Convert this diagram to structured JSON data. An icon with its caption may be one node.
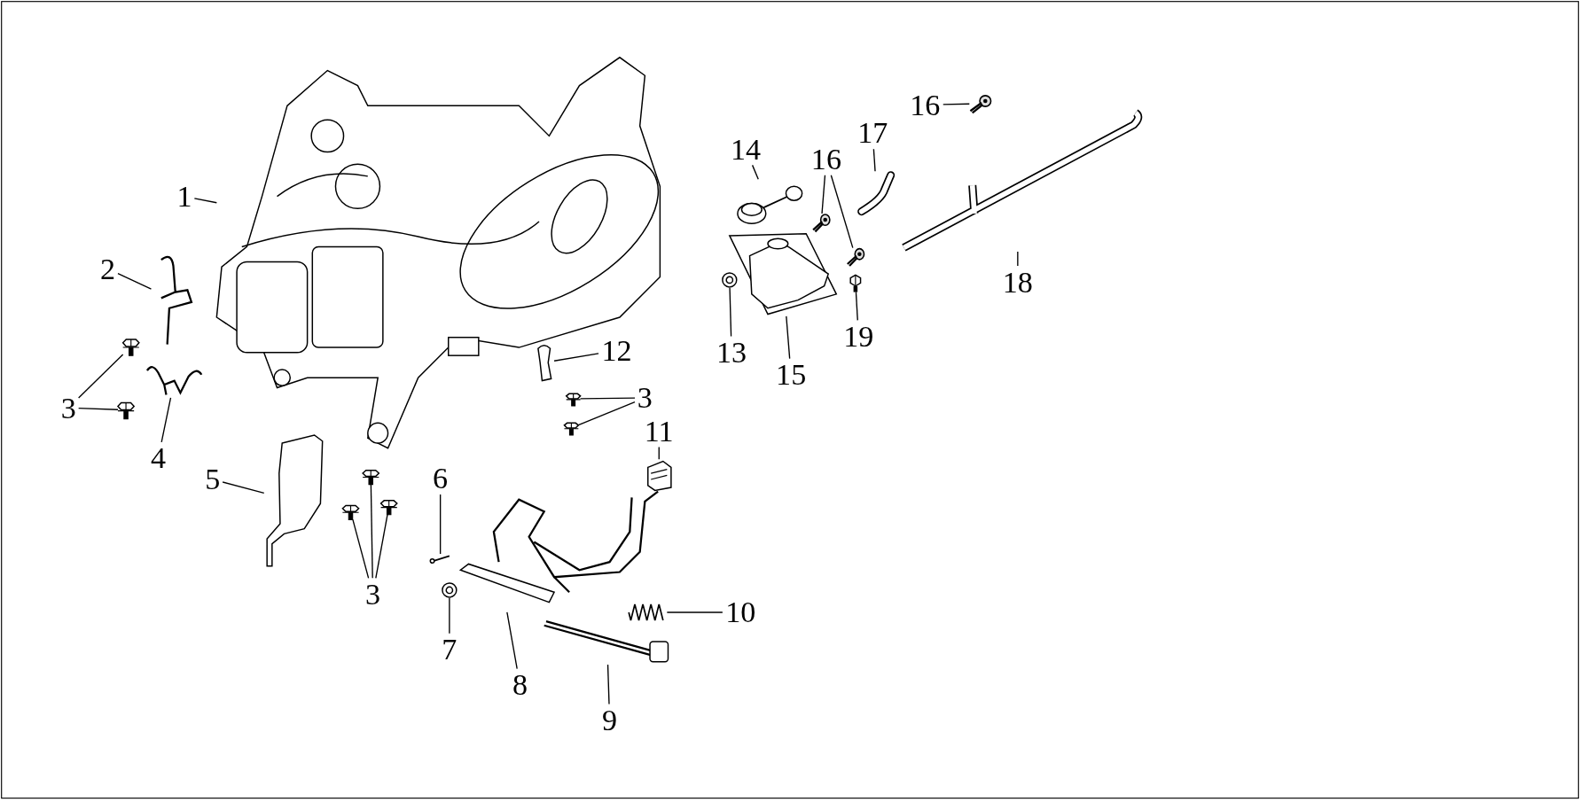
{
  "diagram": {
    "nodes": [
      {
        "text": [
          "1"
        ]
      },
      {
        "text": [],
        "shape": "picture"
      },
      {
        "text": [
          "2"
        ]
      },
      {
        "text": [],
        "shape": "picture"
      },
      {
        "text": [
          "3"
        ]
      },
      {
        "text": [],
        "shape": "picture"
      },
      {
        "text": [],
        "shape": "picture"
      },
      {
        "text": [
          "4"
        ]
      },
      {
        "text": [],
        "shape": "picture"
      },
      {
        "text": [
          "5"
        ]
      },
      {
        "text": [],
        "shape": "picture"
      },
      {
        "text": [
          "3"
        ]
      },
      {
        "text": [],
        "shape": "picture"
      },
      {
        "text": [],
        "shape": "picture"
      },
      {
        "text": [],
        "shape": "picture"
      },
      {
        "text": [
          "6"
        ]
      },
      {
        "text": [],
        "shape": "picture"
      },
      {
        "text": [
          "7"
        ]
      },
      {
        "text": [],
        "shape": "picture"
      },
      {
        "text": [
          "8"
        ]
      },
      {
        "text": [],
        "shape": "picture"
      },
      {
        "text": [
          "9"
        ]
      },
      {
        "text": [],
        "shape": "picture"
      },
      {
        "text": [
          "10"
        ]
      },
      {
        "text": [],
        "shape": "picture"
      },
      {
        "text": [
          "11"
        ]
      },
      {
        "text": [],
        "shape": "picture"
      },
      {
        "text": [
          "12"
        ]
      },
      {
        "text": [],
        "shape": "picture"
      },
      {
        "text": [
          "3"
        ]
      },
      {
        "text": [],
        "shape": "picture"
      },
      {
        "text": [],
        "shape": "picture"
      },
      {
        "text": [
          "13"
        ]
      },
      {
        "text": [],
        "shape": "picture"
      },
      {
        "text": [
          "14"
        ]
      },
      {
        "text": [],
        "shape": "picture"
      },
      {
        "text": [
          "15"
        ]
      },
      {
        "text": [],
        "shape": "picture"
      },
      {
        "text": [
          "16"
        ]
      },
      {
        "text": [],
        "shape": "picture"
      },
      {
        "text": [],
        "shape": "picture"
      },
      {
        "text": [
          "17"
        ]
      },
      {
        "text": [],
        "shape": "picture"
      },
      {
        "text": [
          "16"
        ]
      },
      {
        "text": [],
        "shape": "picture"
      },
      {
        "text": [
          "18"
        ]
      },
      {
        "text": [],
        "shape": "picture"
      },
      {
        "text": [
          "19"
        ]
      },
      {
        "text": [],
        "shape": "picture"
      }
    ],
    "edges": [
      {
        "from": 0,
        "to": 1,
        "arrow": "none"
      },
      {
        "from": 2,
        "to": 3,
        "arrow": "none"
      },
      {
        "from": 4,
        "to": 5,
        "arrow": "none"
      },
      {
        "from": 4,
        "to": 6,
        "arrow": "none"
      },
      {
        "from": 7,
        "to": 8,
        "arrow": "none"
      },
      {
        "from": 9,
        "to": 10,
        "arrow": "none"
      },
      {
        "from": 11,
        "to": 12,
        "arrow": "none"
      },
      {
        "from": 11,
        "to": 13,
        "arrow": "none"
      },
      {
        "from": 11,
        "to": 14,
        "arrow": "none"
      },
      {
        "from": 15,
        "to": 16,
        "arrow": "none"
      },
      {
        "from": 17,
        "to": 18,
        "arrow": "none"
      },
      {
        "from": 19,
        "to": 20,
        "arrow": "none"
      },
      {
        "from": 21,
        "to": 22,
        "arrow": "none"
      },
      {
        "from": 23,
        "to": 24,
        "arrow": "none"
      },
      {
        "from": 25,
        "to": 26,
        "arrow": "none"
      },
      {
        "from": 27,
        "to": 28,
        "arrow": "none"
      },
      {
        "from": 29,
        "to": 30,
        "arrow": "none"
      },
      {
        "from": 29,
        "to": 31,
        "arrow": "none"
      },
      {
        "from": 32,
        "to": 33,
        "arrow": "none"
      },
      {
        "from": 34,
        "to": 35,
        "arrow": "none"
      },
      {
        "from": 36,
        "to": 37,
        "arrow": "none"
      },
      {
        "from": 38,
        "to": 39,
        "arrow": "none"
      },
      {
        "from": 38,
        "to": 40,
        "arrow": "none"
      },
      {
        "from": 41,
        "to": 42,
        "arrow": "none"
      },
      {
        "from": 43,
        "to": 44,
        "arrow": "none"
      },
      {
        "from": 45,
        "to": 46,
        "arrow": "none"
      },
      {
        "from": 47,
        "to": 48,
        "arrow": "none"
      }
    ]
  }
}
